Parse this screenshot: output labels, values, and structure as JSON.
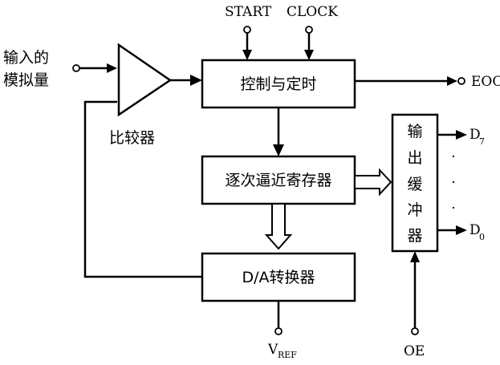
{
  "inputs": {
    "analog_line1": "输入的",
    "analog_line2": "模拟量",
    "start": "START",
    "clock": "CLOCK",
    "oe": "OE",
    "vref_main": "V",
    "vref_sub": "REF"
  },
  "outputs": {
    "eoc": "EOC",
    "d7_main": "D",
    "d7_sub": "7",
    "d0_main": "D",
    "d0_sub": "0",
    "dots": "·"
  },
  "blocks": {
    "comparator": "比较器",
    "control": "控制与定时",
    "sar": "逐次逼近寄存器",
    "dac": "D/A转换器",
    "buffer": [
      "输",
      "出",
      "缓",
      "冲",
      "器"
    ]
  }
}
